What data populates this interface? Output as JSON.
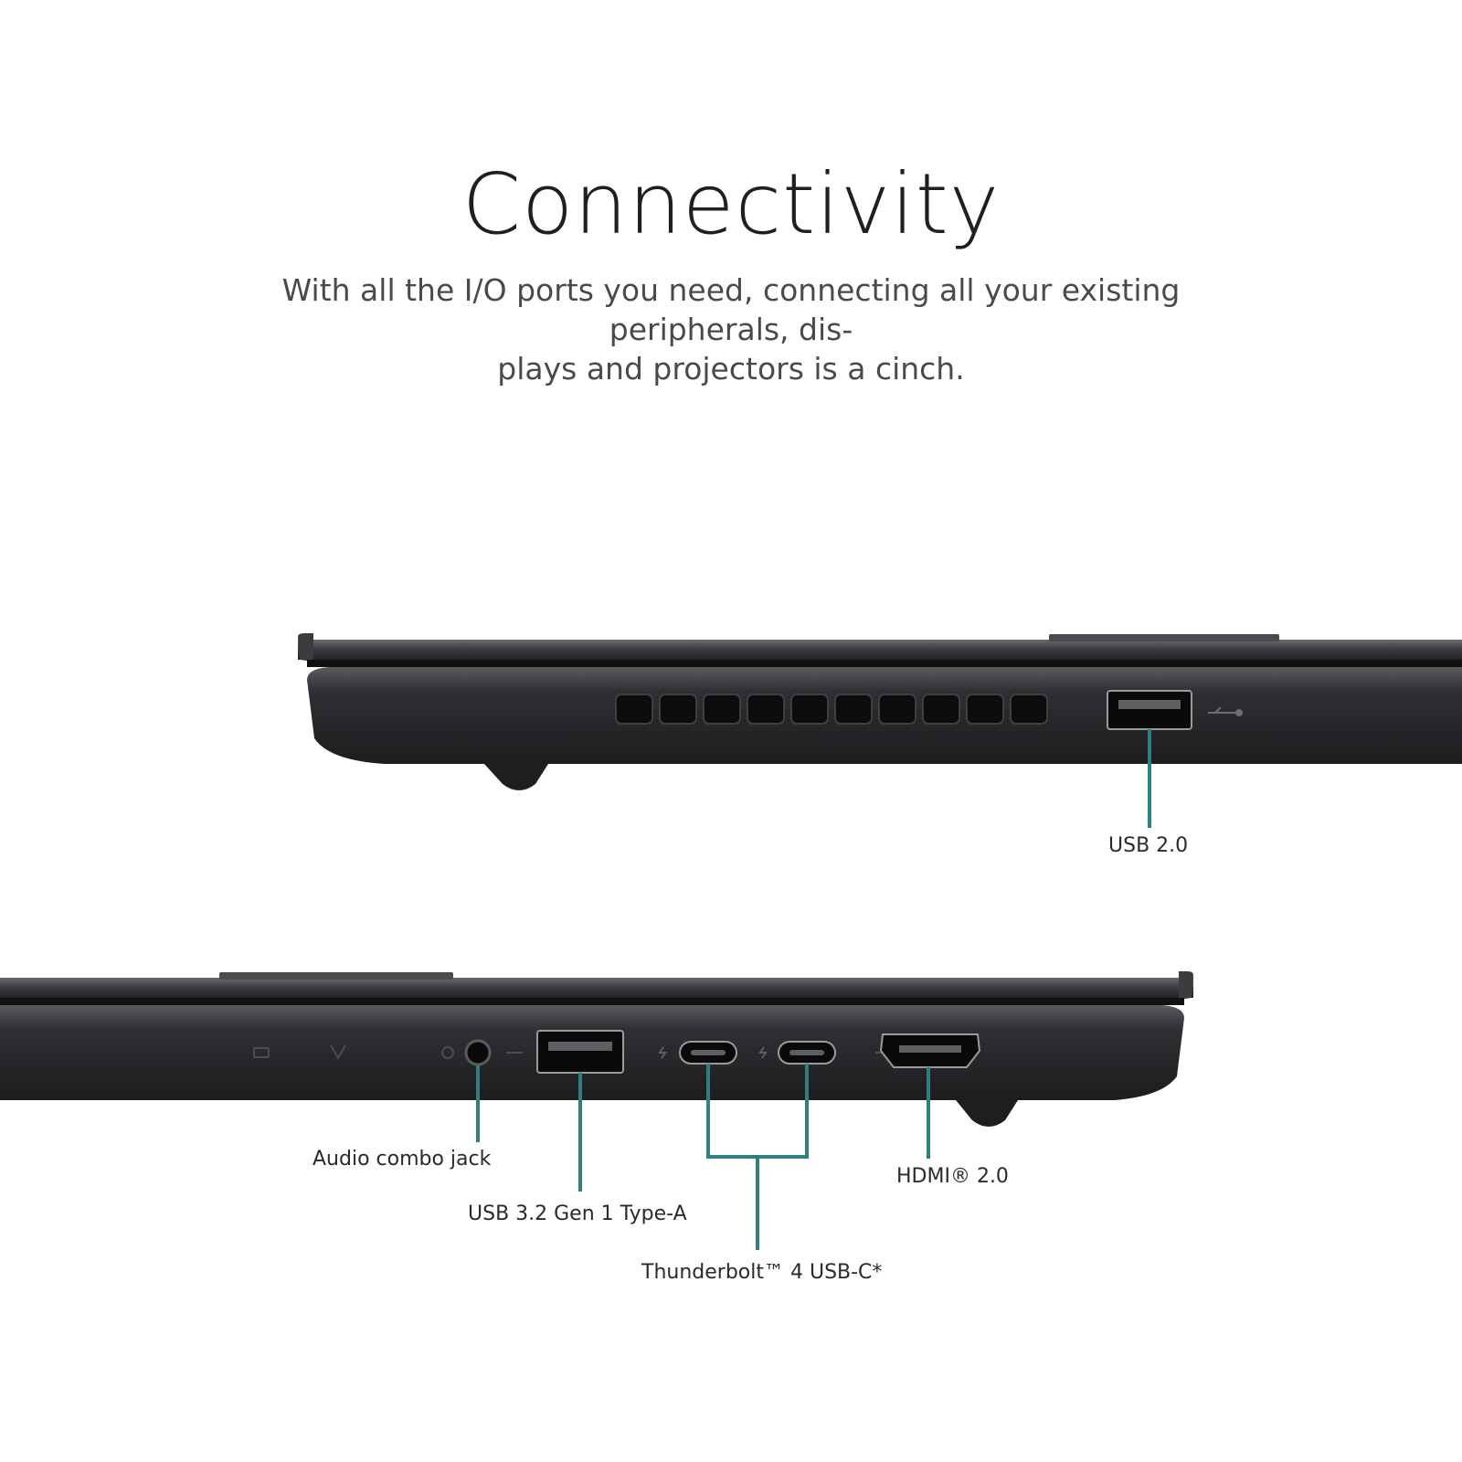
{
  "heading": {
    "title": "Connectivity",
    "subtitle_line1": "With all the I/O ports you need, connecting all your existing peripherals, dis-",
    "subtitle_line2": "plays and projectors is a cinch."
  },
  "callouts": {
    "usb2": "USB 2.0",
    "audio": "Audio combo jack",
    "usb32": "USB 3.2 Gen 1 Type-A",
    "thunderbolt": "Thunderbolt™ 4 USB-C*",
    "hdmi": "HDMI® 2.0"
  },
  "colors": {
    "callout_line": "#2f7f7f",
    "laptop_body": "#2b2c2e",
    "background": "#ffffff"
  }
}
